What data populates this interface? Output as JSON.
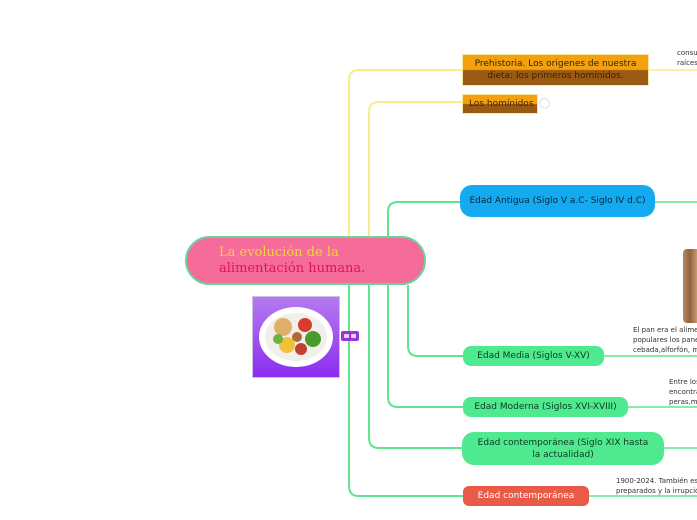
{
  "root": {
    "title_line1": "La evolución de la",
    "title_line2": "alimentación humana."
  },
  "nodes": {
    "prehistoria": {
      "line1": "Prehistoria. Los origenes de nuestra",
      "line2": "dieta: los primeros homínidos."
    },
    "hominidos": {
      "label": "Los homínidos"
    },
    "edad_antigua": {
      "label": "Edad Antigua (Siglo V a.C- Siglo IV d.C)"
    },
    "edad_media": {
      "label": "Edad Media (Siglos V-XV)"
    },
    "edad_moderna": {
      "label": "Edad Moderna (Siglos XVI-XVIII)"
    },
    "edad_contemporanea_1": {
      "line1": "Edad contemporánea (Siglo XIX hasta",
      "line2": "la actualidad)"
    },
    "edad_contemporanea_2": {
      "label": "Edad contemporánea"
    }
  },
  "notes": {
    "consumo": {
      "line1": "consu",
      "line2": "raíces"
    },
    "pan": {
      "line1": "El pan era el alime",
      "line2": "populares los pane",
      "line3": "cebada,alforfón, m"
    },
    "entre": {
      "line1": "Entre los",
      "line2": "encontra",
      "line3": "peras,m"
    },
    "contemporanea": {
      "line1": "1900-2024. También es l",
      "line2": "preparados y la irrupció"
    }
  },
  "colors": {
    "link_yellow": "#f7ee88",
    "link_green": "#61e58c",
    "root_fill": "#f56c9b",
    "orange_node": "#f3a10e",
    "blue_node": "#14aaf0",
    "green_node": "#4fea8f",
    "red_node": "#ea5a48"
  },
  "icons": [
    "food-plate-image",
    "notes-badge-icon",
    "lightbulb-icon",
    "bread-image"
  ]
}
